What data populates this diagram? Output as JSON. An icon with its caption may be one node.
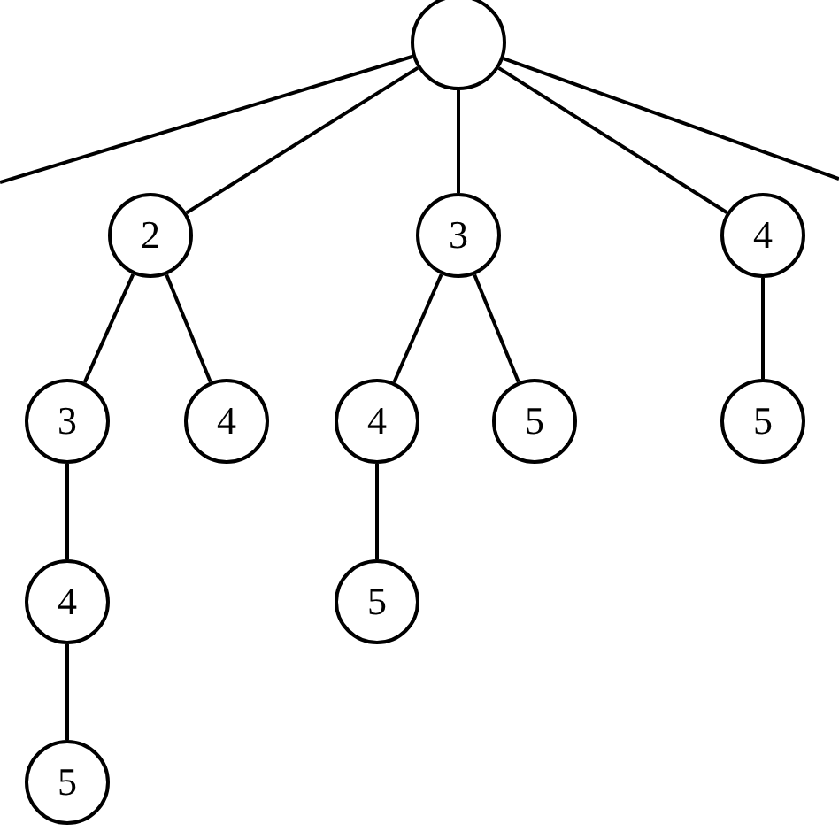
{
  "diagram": {
    "nodes": [
      {
        "text": [],
        "shape": "circle"
      },
      {
        "text": [
          "2"
        ]
      },
      {
        "text": [
          "3"
        ]
      },
      {
        "text": [
          "4"
        ]
      },
      {
        "text": [
          "3"
        ]
      },
      {
        "text": [
          "4"
        ]
      },
      {
        "text": [
          "4"
        ]
      },
      {
        "text": [
          "5"
        ]
      },
      {
        "text": [
          "5"
        ]
      },
      {
        "text": [
          "4"
        ]
      },
      {
        "text": [
          "5"
        ]
      },
      {
        "text": [
          "5"
        ]
      }
    ],
    "edges": [
      {
        "from": 0,
        "to": null,
        "arrow": "none"
      },
      {
        "from": 0,
        "to": 1,
        "arrow": "none"
      },
      {
        "from": 0,
        "to": 2,
        "arrow": "none"
      },
      {
        "from": 0,
        "to": 3,
        "arrow": "none"
      },
      {
        "from": 0,
        "to": null,
        "arrow": "none"
      },
      {
        "from": 1,
        "to": 4,
        "arrow": "none"
      },
      {
        "from": 1,
        "to": 5,
        "arrow": "none"
      },
      {
        "from": 2,
        "to": 6,
        "arrow": "none"
      },
      {
        "from": 2,
        "to": 7,
        "arrow": "none"
      },
      {
        "from": 3,
        "to": 8,
        "arrow": "none"
      },
      {
        "from": 4,
        "to": 9,
        "arrow": "none"
      },
      {
        "from": 6,
        "to": 10,
        "arrow": "none"
      },
      {
        "from": 9,
        "to": 11,
        "arrow": "none"
      }
    ]
  }
}
